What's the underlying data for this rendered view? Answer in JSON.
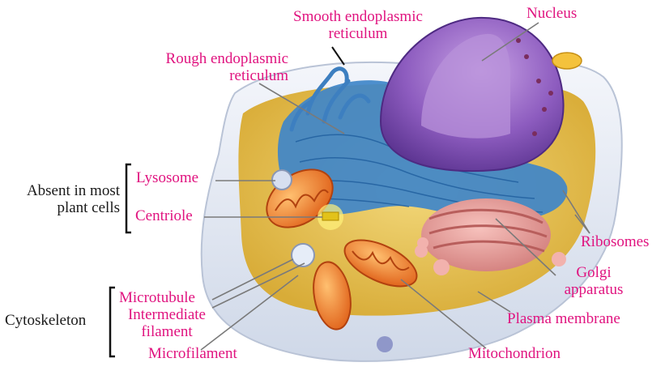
{
  "labels": {
    "smooth_er": [
      "Smooth endoplasmic",
      "reticulum"
    ],
    "nucleus": "Nucleus",
    "rough_er": [
      "Rough endoplasmic",
      "reticulum"
    ],
    "lysosome": "Lysosome",
    "centriole": "Centriole",
    "ribosomes": "Ribosomes",
    "golgi": [
      "Golgi",
      "apparatus"
    ],
    "plasma_membrane": "Plasma membrane",
    "mitochondrion": "Mitochondrion",
    "microtubule": "Microtubule",
    "intermediate_filament": [
      "Intermediate",
      "filament"
    ],
    "microfilament": "Microfilament"
  },
  "groups": {
    "absent_in_plants": [
      "Absent in most",
      "plant cells"
    ],
    "cytoskeleton": "Cytoskeleton"
  },
  "colors": {
    "label": "#e0137f",
    "group_text": "#1a1a1a",
    "leader": "#7a7a7a",
    "membrane": "#e9eef7",
    "cytoplasm": "#e8c24a",
    "er": "#3f86c9",
    "nucleus": "#9a6ac2",
    "golgi": "#e79a96",
    "mitochondrion": "#f08a2a"
  }
}
